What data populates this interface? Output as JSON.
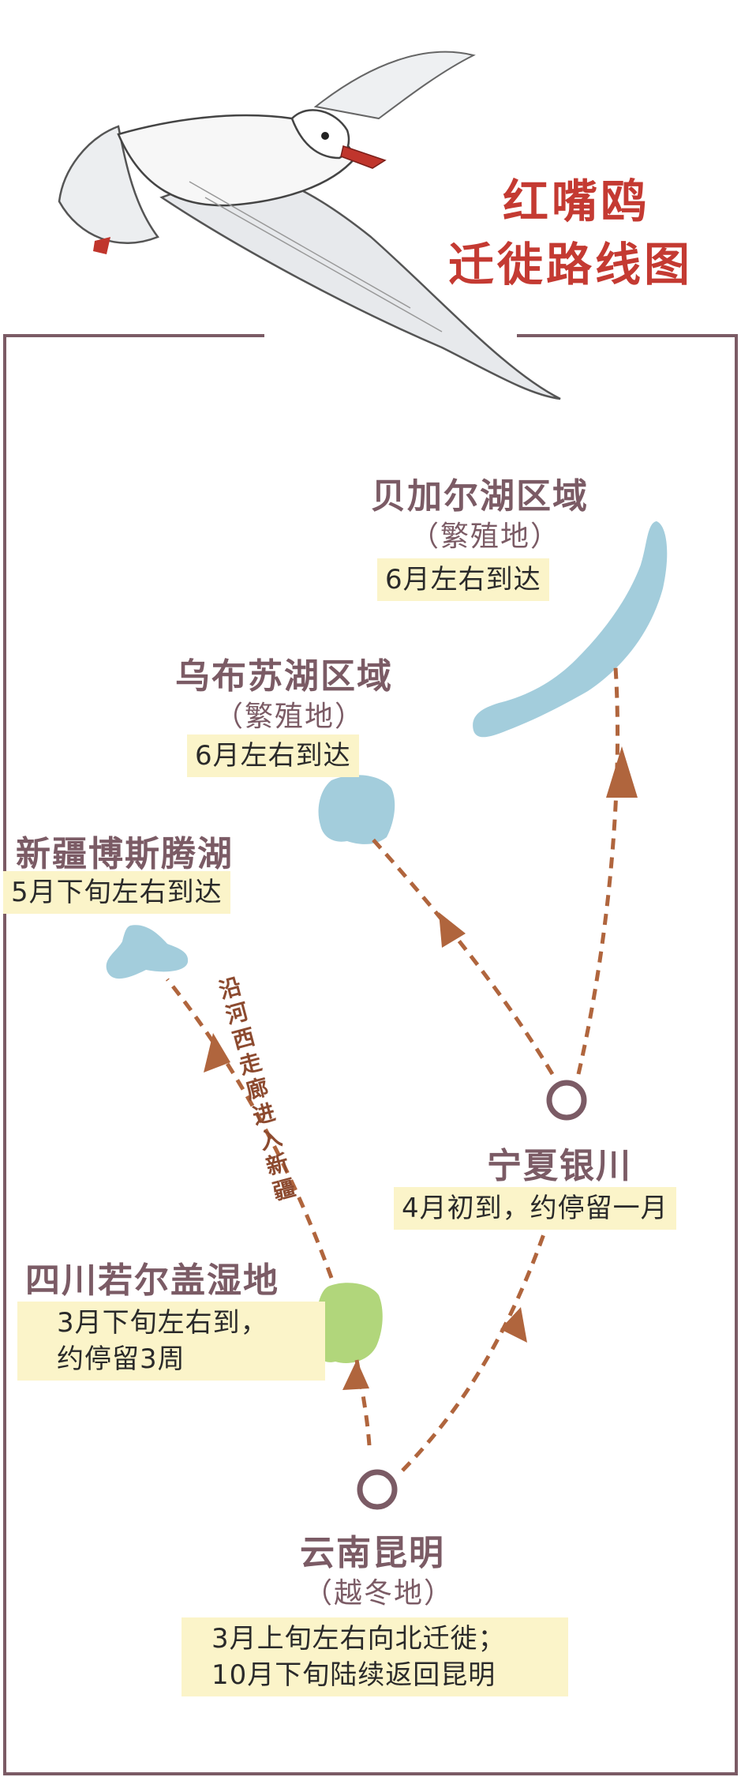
{
  "title": {
    "line1": "红嘴鸥",
    "line2": "迁徙路线图"
  },
  "colors": {
    "frame": "#7b5b65",
    "arrow": "#b0653d",
    "lake": "#a3cddc",
    "wetland": "#b1d67b",
    "title": "#c43a32",
    "highlight": "#fbf4c9"
  },
  "locations": {
    "baikal": {
      "name": "贝加尔湖区域",
      "role": "（繁殖地）",
      "note": "6月左右到达"
    },
    "ubsu": {
      "name": "乌布苏湖区域",
      "role": "（繁殖地）",
      "note": "6月左右到达"
    },
    "bosten": {
      "name": "新疆博斯腾湖",
      "note": "5月下旬左右到达"
    },
    "yinchuan": {
      "name": "宁夏银川",
      "note": "4月初到，约停留一月"
    },
    "zoige": {
      "name": "四川若尔盖湿地",
      "note_line1": "3月下旬左右到，",
      "note_line2": "约停留3周"
    },
    "kunming": {
      "name": "云南昆明",
      "role": "（越冬地）",
      "note_line1": "3月上旬左右向北迁徙；",
      "note_line2": "10月下旬陆续返回昆明"
    }
  },
  "route_label": "沿河西走廊进入新疆"
}
